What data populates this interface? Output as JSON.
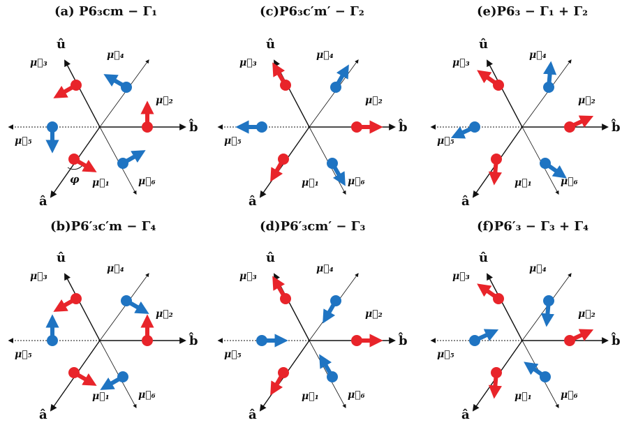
{
  "colors": {
    "red": "#e8242a",
    "blue": "#1f74c2",
    "axis": "#111111"
  },
  "axis_labels": {
    "u": "û",
    "b": "b̂",
    "a": "â"
  },
  "angle_label": "φ",
  "panels": [
    {
      "id": "a",
      "title": "(a) P6₃cm − Γ₁",
      "moments": [
        {
          "label": "μ⃗₁",
          "site": "d1",
          "color": "red",
          "angle": -30
        },
        {
          "label": "μ⃗₂",
          "site": "b",
          "color": "red",
          "angle": 90
        },
        {
          "label": "μ⃗₃",
          "site": "u",
          "color": "red",
          "angle": 210
        },
        {
          "label": "μ⃗₄",
          "site": "d2",
          "color": "blue",
          "angle": 150
        },
        {
          "label": "μ⃗₅",
          "site": "bl",
          "color": "blue",
          "angle": -90
        },
        {
          "label": "μ⃗₆",
          "site": "ul",
          "color": "blue",
          "angle": 30
        }
      ]
    },
    {
      "id": "c",
      "title": "(c)P6₃c′m′ − Γ₂",
      "moments": [
        {
          "label": "μ⃗₁",
          "site": "d1",
          "color": "red",
          "angle": 240
        },
        {
          "label": "μ⃗₂",
          "site": "b",
          "color": "red",
          "angle": 0
        },
        {
          "label": "μ⃗₃",
          "site": "u",
          "color": "red",
          "angle": 120
        },
        {
          "label": "μ⃗₄",
          "site": "d2",
          "color": "blue",
          "angle": 60
        },
        {
          "label": "μ⃗₅",
          "site": "bl",
          "color": "blue",
          "angle": 180
        },
        {
          "label": "μ⃗₆",
          "site": "ul",
          "color": "blue",
          "angle": -60
        }
      ]
    },
    {
      "id": "e",
      "title": "(e)P6₃ − Γ₁ + Γ₂",
      "moments": [
        {
          "label": "μ⃗₁",
          "site": "d1",
          "color": "red",
          "angle": 265
        },
        {
          "label": "μ⃗₂",
          "site": "b",
          "color": "red",
          "angle": 25
        },
        {
          "label": "μ⃗₃",
          "site": "u",
          "color": "red",
          "angle": 145
        },
        {
          "label": "μ⃗₄",
          "site": "d2",
          "color": "blue",
          "angle": 85
        },
        {
          "label": "μ⃗₅",
          "site": "bl",
          "color": "blue",
          "angle": 205
        },
        {
          "label": "μ⃗₆",
          "site": "ul",
          "color": "blue",
          "angle": -35
        }
      ]
    },
    {
      "id": "b",
      "title": "(b)P6′₃c′m − Γ₄",
      "moments": [
        {
          "label": "μ⃗₁",
          "site": "d1",
          "color": "red",
          "angle": -30
        },
        {
          "label": "μ⃗₂",
          "site": "b",
          "color": "red",
          "angle": 90
        },
        {
          "label": "μ⃗₃",
          "site": "u",
          "color": "red",
          "angle": 210
        },
        {
          "label": "μ⃗₄",
          "site": "d2",
          "color": "blue",
          "angle": -30
        },
        {
          "label": "μ⃗₅",
          "site": "bl",
          "color": "blue",
          "angle": 90
        },
        {
          "label": "μ⃗₆",
          "site": "ul",
          "color": "blue",
          "angle": 210
        }
      ]
    },
    {
      "id": "d",
      "title": "(d)P6′₃cm′ − Γ₃",
      "moments": [
        {
          "label": "μ⃗₁",
          "site": "d1",
          "color": "red",
          "angle": 240
        },
        {
          "label": "μ⃗₂",
          "site": "b",
          "color": "red",
          "angle": 0
        },
        {
          "label": "μ⃗₃",
          "site": "u",
          "color": "red",
          "angle": 120
        },
        {
          "label": "μ⃗₄",
          "site": "d2",
          "color": "blue",
          "angle": 240
        },
        {
          "label": "μ⃗₅",
          "site": "bl",
          "color": "blue",
          "angle": 0
        },
        {
          "label": "μ⃗₆",
          "site": "ul",
          "color": "blue",
          "angle": 120
        }
      ]
    },
    {
      "id": "f",
      "title": "(f)P6′₃ − Γ₃ + Γ₄",
      "moments": [
        {
          "label": "μ⃗₁",
          "site": "d1",
          "color": "red",
          "angle": 265
        },
        {
          "label": "μ⃗₂",
          "site": "b",
          "color": "red",
          "angle": 25
        },
        {
          "label": "μ⃗₃",
          "site": "u",
          "color": "red",
          "angle": 145
        },
        {
          "label": "μ⃗₄",
          "site": "d2",
          "color": "blue",
          "angle": 265
        },
        {
          "label": "μ⃗₅",
          "site": "bl",
          "color": "blue",
          "angle": 25
        },
        {
          "label": "μ⃗₆",
          "site": "ul",
          "color": "blue",
          "angle": 145
        }
      ]
    }
  ]
}
